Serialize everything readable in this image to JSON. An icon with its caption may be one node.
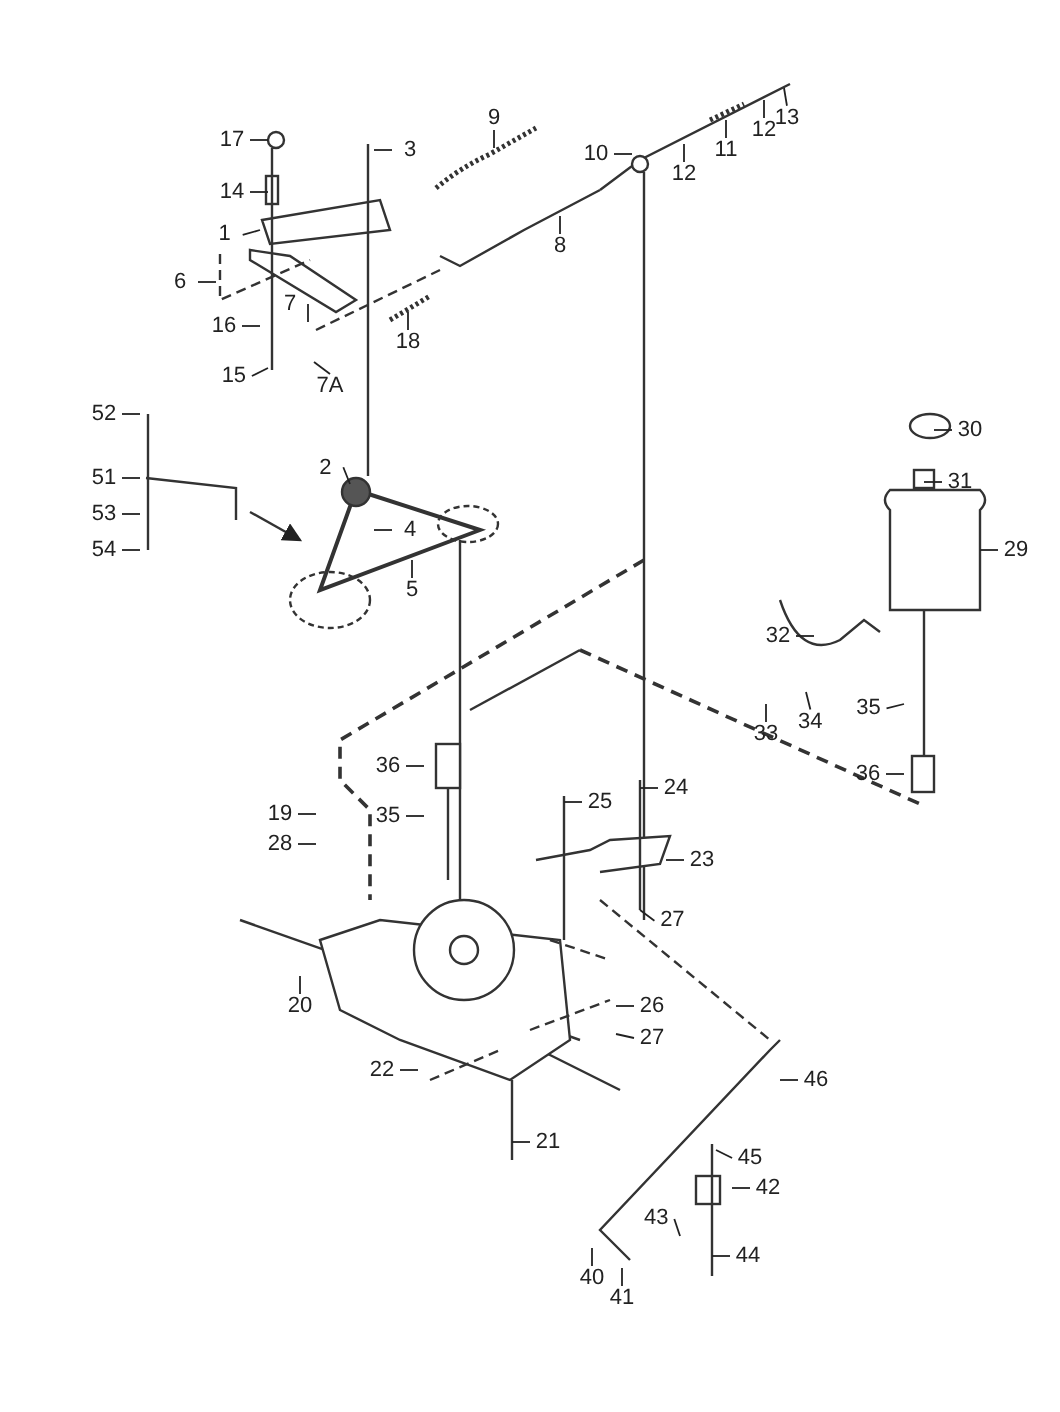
{
  "diagram": {
    "nodes": [
      {
        "text": [
          "9"
        ]
      },
      {
        "text": [
          "17"
        ]
      },
      {
        "text": [
          "3"
        ]
      },
      {
        "text": [
          "10"
        ]
      },
      {
        "text": [
          "12"
        ]
      },
      {
        "text": [
          "11"
        ]
      },
      {
        "text": [
          "12"
        ]
      },
      {
        "text": [
          "13"
        ]
      },
      {
        "text": [
          "14"
        ]
      },
      {
        "text": [
          "1"
        ]
      },
      {
        "text": [
          "8"
        ]
      },
      {
        "text": [
          "6"
        ]
      },
      {
        "text": [
          "7"
        ]
      },
      {
        "text": [
          "16"
        ]
      },
      {
        "text": [
          "18"
        ]
      },
      {
        "text": [
          "15"
        ]
      },
      {
        "text": [
          "7A"
        ]
      },
      {
        "text": [
          "52"
        ]
      },
      {
        "text": [
          "30"
        ]
      },
      {
        "text": [
          "2"
        ]
      },
      {
        "text": [
          "51"
        ]
      },
      {
        "text": [
          "31"
        ]
      },
      {
        "text": [
          "4"
        ]
      },
      {
        "text": [
          "53"
        ]
      },
      {
        "text": [
          "54"
        ]
      },
      {
        "text": [
          "29"
        ]
      },
      {
        "text": [
          "5"
        ]
      },
      {
        "text": [
          "32"
        ]
      },
      {
        "text": [
          "35"
        ]
      },
      {
        "text": [
          "34"
        ]
      },
      {
        "text": [
          "33"
        ]
      },
      {
        "text": [
          "36"
        ]
      },
      {
        "text": [
          "36"
        ]
      },
      {
        "text": [
          "24"
        ]
      },
      {
        "text": [
          "25"
        ]
      },
      {
        "text": [
          "19"
        ]
      },
      {
        "text": [
          "35"
        ]
      },
      {
        "text": [
          "28"
        ]
      },
      {
        "text": [
          "23"
        ]
      },
      {
        "text": [
          "27"
        ]
      },
      {
        "text": [
          "20"
        ]
      },
      {
        "text": [
          "26"
        ]
      },
      {
        "text": [
          "27"
        ]
      },
      {
        "text": [
          "22"
        ]
      },
      {
        "text": [
          "46"
        ]
      },
      {
        "text": [
          "21"
        ]
      },
      {
        "text": [
          "45"
        ]
      },
      {
        "text": [
          "42"
        ]
      },
      {
        "text": [
          "43"
        ]
      },
      {
        "text": [
          "44"
        ]
      },
      {
        "text": [
          "40"
        ]
      },
      {
        "text": [
          "41"
        ]
      }
    ],
    "edges": [
      {
        "from": 0,
        "to": null,
        "arrow": "none"
      },
      {
        "from": 1,
        "to": null,
        "arrow": "none"
      },
      {
        "from": 2,
        "to": null,
        "arrow": "none"
      },
      {
        "from": 3,
        "to": null,
        "arrow": "none"
      },
      {
        "from": 4,
        "to": null,
        "arrow": "none"
      },
      {
        "from": 5,
        "to": null,
        "arrow": "none"
      },
      {
        "from": 6,
        "to": null,
        "arrow": "none"
      },
      {
        "from": 7,
        "to": null,
        "arrow": "none"
      },
      {
        "from": 8,
        "to": null,
        "arrow": "none"
      },
      {
        "from": 9,
        "to": null,
        "arrow": "none"
      },
      {
        "from": 10,
        "to": null,
        "arrow": "none"
      },
      {
        "from": 11,
        "to": null,
        "arrow": "none"
      },
      {
        "from": 12,
        "to": null,
        "arrow": "none"
      },
      {
        "from": 13,
        "to": null,
        "arrow": "none"
      },
      {
        "from": 14,
        "to": null,
        "arrow": "none"
      },
      {
        "from": 15,
        "to": null,
        "arrow": "none"
      },
      {
        "from": 16,
        "to": null,
        "arrow": "none"
      },
      {
        "from": 17,
        "to": null,
        "arrow": "none"
      },
      {
        "from": 18,
        "to": null,
        "arrow": "none"
      },
      {
        "from": 19,
        "to": null,
        "arrow": "none"
      },
      {
        "from": 20,
        "to": null,
        "arrow": "none"
      },
      {
        "from": 21,
        "to": null,
        "arrow": "none"
      },
      {
        "from": 22,
        "to": null,
        "arrow": "none"
      },
      {
        "from": 23,
        "to": null,
        "arrow": "none"
      },
      {
        "from": 24,
        "to": null,
        "arrow": "none"
      },
      {
        "from": 25,
        "to": null,
        "arrow": "none"
      },
      {
        "from": 26,
        "to": null,
        "arrow": "none"
      },
      {
        "from": 27,
        "to": null,
        "arrow": "none"
      },
      {
        "from": 28,
        "to": null,
        "arrow": "none"
      },
      {
        "from": 29,
        "to": null,
        "arrow": "none"
      },
      {
        "from": 30,
        "to": null,
        "arrow": "none"
      },
      {
        "from": 31,
        "to": null,
        "arrow": "none"
      },
      {
        "from": 32,
        "to": null,
        "arrow": "none"
      },
      {
        "from": 33,
        "to": null,
        "arrow": "none"
      },
      {
        "from": 34,
        "to": null,
        "arrow": "none"
      },
      {
        "from": 35,
        "to": null,
        "arrow": "none"
      },
      {
        "from": 36,
        "to": null,
        "arrow": "none"
      },
      {
        "from": 37,
        "to": null,
        "arrow": "none"
      },
      {
        "from": 38,
        "to": null,
        "arrow": "none"
      },
      {
        "from": 39,
        "to": null,
        "arrow": "none"
      },
      {
        "from": 40,
        "to": null,
        "arrow": "none"
      },
      {
        "from": 41,
        "to": null,
        "arrow": "none"
      },
      {
        "from": 42,
        "to": null,
        "arrow": "none"
      },
      {
        "from": 43,
        "to": null,
        "arrow": "none"
      },
      {
        "from": 44,
        "to": null,
        "arrow": "none"
      },
      {
        "from": 45,
        "to": null,
        "arrow": "none"
      },
      {
        "from": 46,
        "to": null,
        "arrow": "none"
      },
      {
        "from": 47,
        "to": null,
        "arrow": "none"
      },
      {
        "from": 48,
        "to": null,
        "arrow": "none"
      },
      {
        "from": 49,
        "to": null,
        "arrow": "none"
      },
      {
        "from": 50,
        "to": null,
        "arrow": "none"
      },
      {
        "from": 51,
        "to": null,
        "arrow": "none"
      }
    ]
  }
}
